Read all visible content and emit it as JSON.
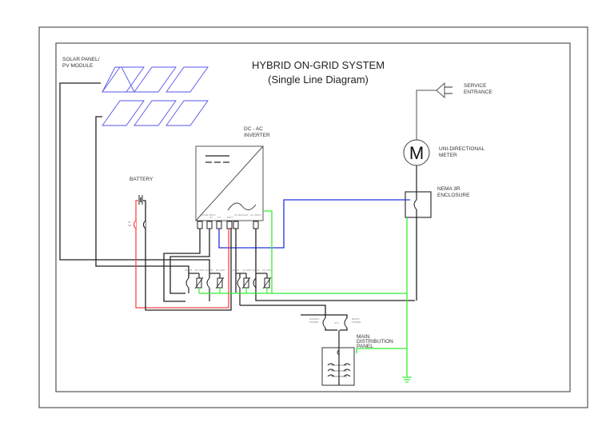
{
  "diagram": {
    "title": "HYBRID ON-GRID SYSTEM",
    "subtitle": "(Single Line Diagram)",
    "labels": {
      "solar_line1": "SOLAR PANEL/",
      "solar_line2": "PV MODULE",
      "inverter_line1": "DC - AC",
      "inverter_line2": "INVERTER",
      "battery": "BATTERY",
      "service_line1": "SERVICE",
      "service_line2": "ENTRANCE",
      "meter_line1": "UNI-DIRECTIONAL",
      "meter_line2": "METER",
      "meter_symbol": "M",
      "nema_line1": "NEMA 3R",
      "nema_line2": "ENCLOSURE",
      "mdp_line1": "MAIN",
      "mdp_line2": "DISTRIBUTION",
      "mdp_line3": "PANEL",
      "ats": "ATS",
      "normal_power_1": "NORMAL",
      "normal_power_2": "POWER",
      "ready_power_1": "READY",
      "ready_power_2": "POWER",
      "battery_cb_1": "DC",
      "battery_cb_2": "CB",
      "inv_term_pv": "SOLAR INPUT",
      "inv_term_2": "PV",
      "inv_term_3": "PV",
      "inv_term_batt": "BATT",
      "inv_term_backup": "AC BACKUP",
      "inv_term_grid": "AC INPUT",
      "dc_cb": "DC CB",
      "dc_spd": "DC SPD",
      "ac_cb": "AC CB",
      "ac_spd": "AC SPD"
    },
    "wire_colors": {
      "dc_positive": "#ff4444",
      "neutral": "#2233dd",
      "ground": "#33ee33",
      "line": "#222222",
      "pv_module": "#5555ee"
    }
  }
}
